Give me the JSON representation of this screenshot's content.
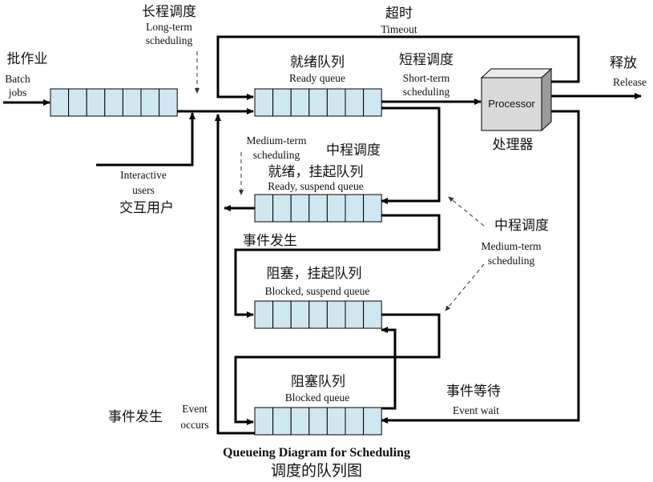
{
  "labels": {
    "long_term_zh": "长程调度",
    "long_term_en1": "Long-term",
    "long_term_en2": "scheduling",
    "timeout_zh": "超时",
    "timeout_en": "Timeout",
    "batch_zh": "批作业",
    "batch_en1": "Batch",
    "batch_en2": "jobs",
    "ready_zh": "就绪队列",
    "ready_en": "Ready queue",
    "short_term_zh": "短程调度",
    "short_term_en1": "Short-term",
    "short_term_en2": "scheduling",
    "release_zh": "释放",
    "release_en": "Release",
    "processor_en": "Processor",
    "processor_zh": "处理器",
    "interactive_en1": "Interactive",
    "interactive_en2": "users",
    "interactive_zh": "交互用户",
    "medium_term_left_en1": "Medium-term",
    "medium_term_left_en2": "scheduling",
    "medium_term_left_zh": "中程调度",
    "ready_suspend_zh": "就绪，挂起队列",
    "ready_suspend_en": "Ready, suspend queue",
    "medium_term_right_zh": "中程调度",
    "medium_term_right_en1": "Medium-term",
    "medium_term_right_en2": "scheduling",
    "event_occurs_mid_zh": "事件发生",
    "blocked_suspend_zh": "阻塞，挂起队列",
    "blocked_suspend_en": "Blocked, suspend queue",
    "blocked_zh": "阻塞队列",
    "blocked_en": "Blocked queue",
    "event_wait_zh": "事件等待",
    "event_wait_en": "Event wait",
    "event_occurs_bottom_zh": "事件发生",
    "event_occurs_en1": "Event",
    "event_occurs_en2": "occurs"
  },
  "caption": {
    "en": "Queueing Diagram for Scheduling",
    "zh": "调度的队列图"
  },
  "colors": {
    "queue_cell": "#cfe7ef",
    "processor_front": "#d9d9d9",
    "processor_side": "#9a9a9a",
    "processor_top": "#ececec"
  },
  "icons": {
    "arrow": "arrowhead"
  }
}
